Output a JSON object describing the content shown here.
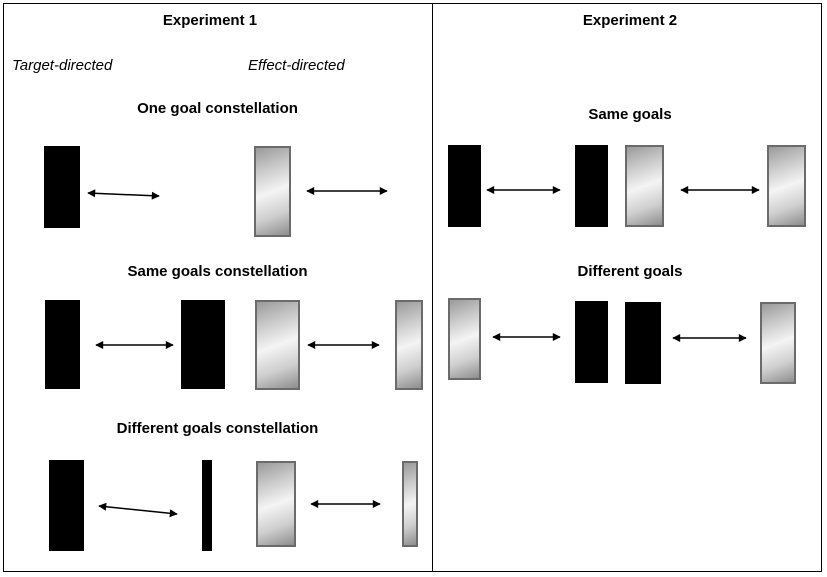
{
  "experiment1": {
    "title": "Experiment 1",
    "label_target": "Target-directed",
    "label_effect": "Effect-directed",
    "sections": [
      {
        "title": "One goal constellation"
      },
      {
        "title": "Same goals constellation"
      },
      {
        "title": "Different goals constellation"
      }
    ]
  },
  "experiment2": {
    "title": "Experiment 2",
    "sections": [
      {
        "title": "Same goals"
      },
      {
        "title": "Different goals"
      }
    ]
  }
}
